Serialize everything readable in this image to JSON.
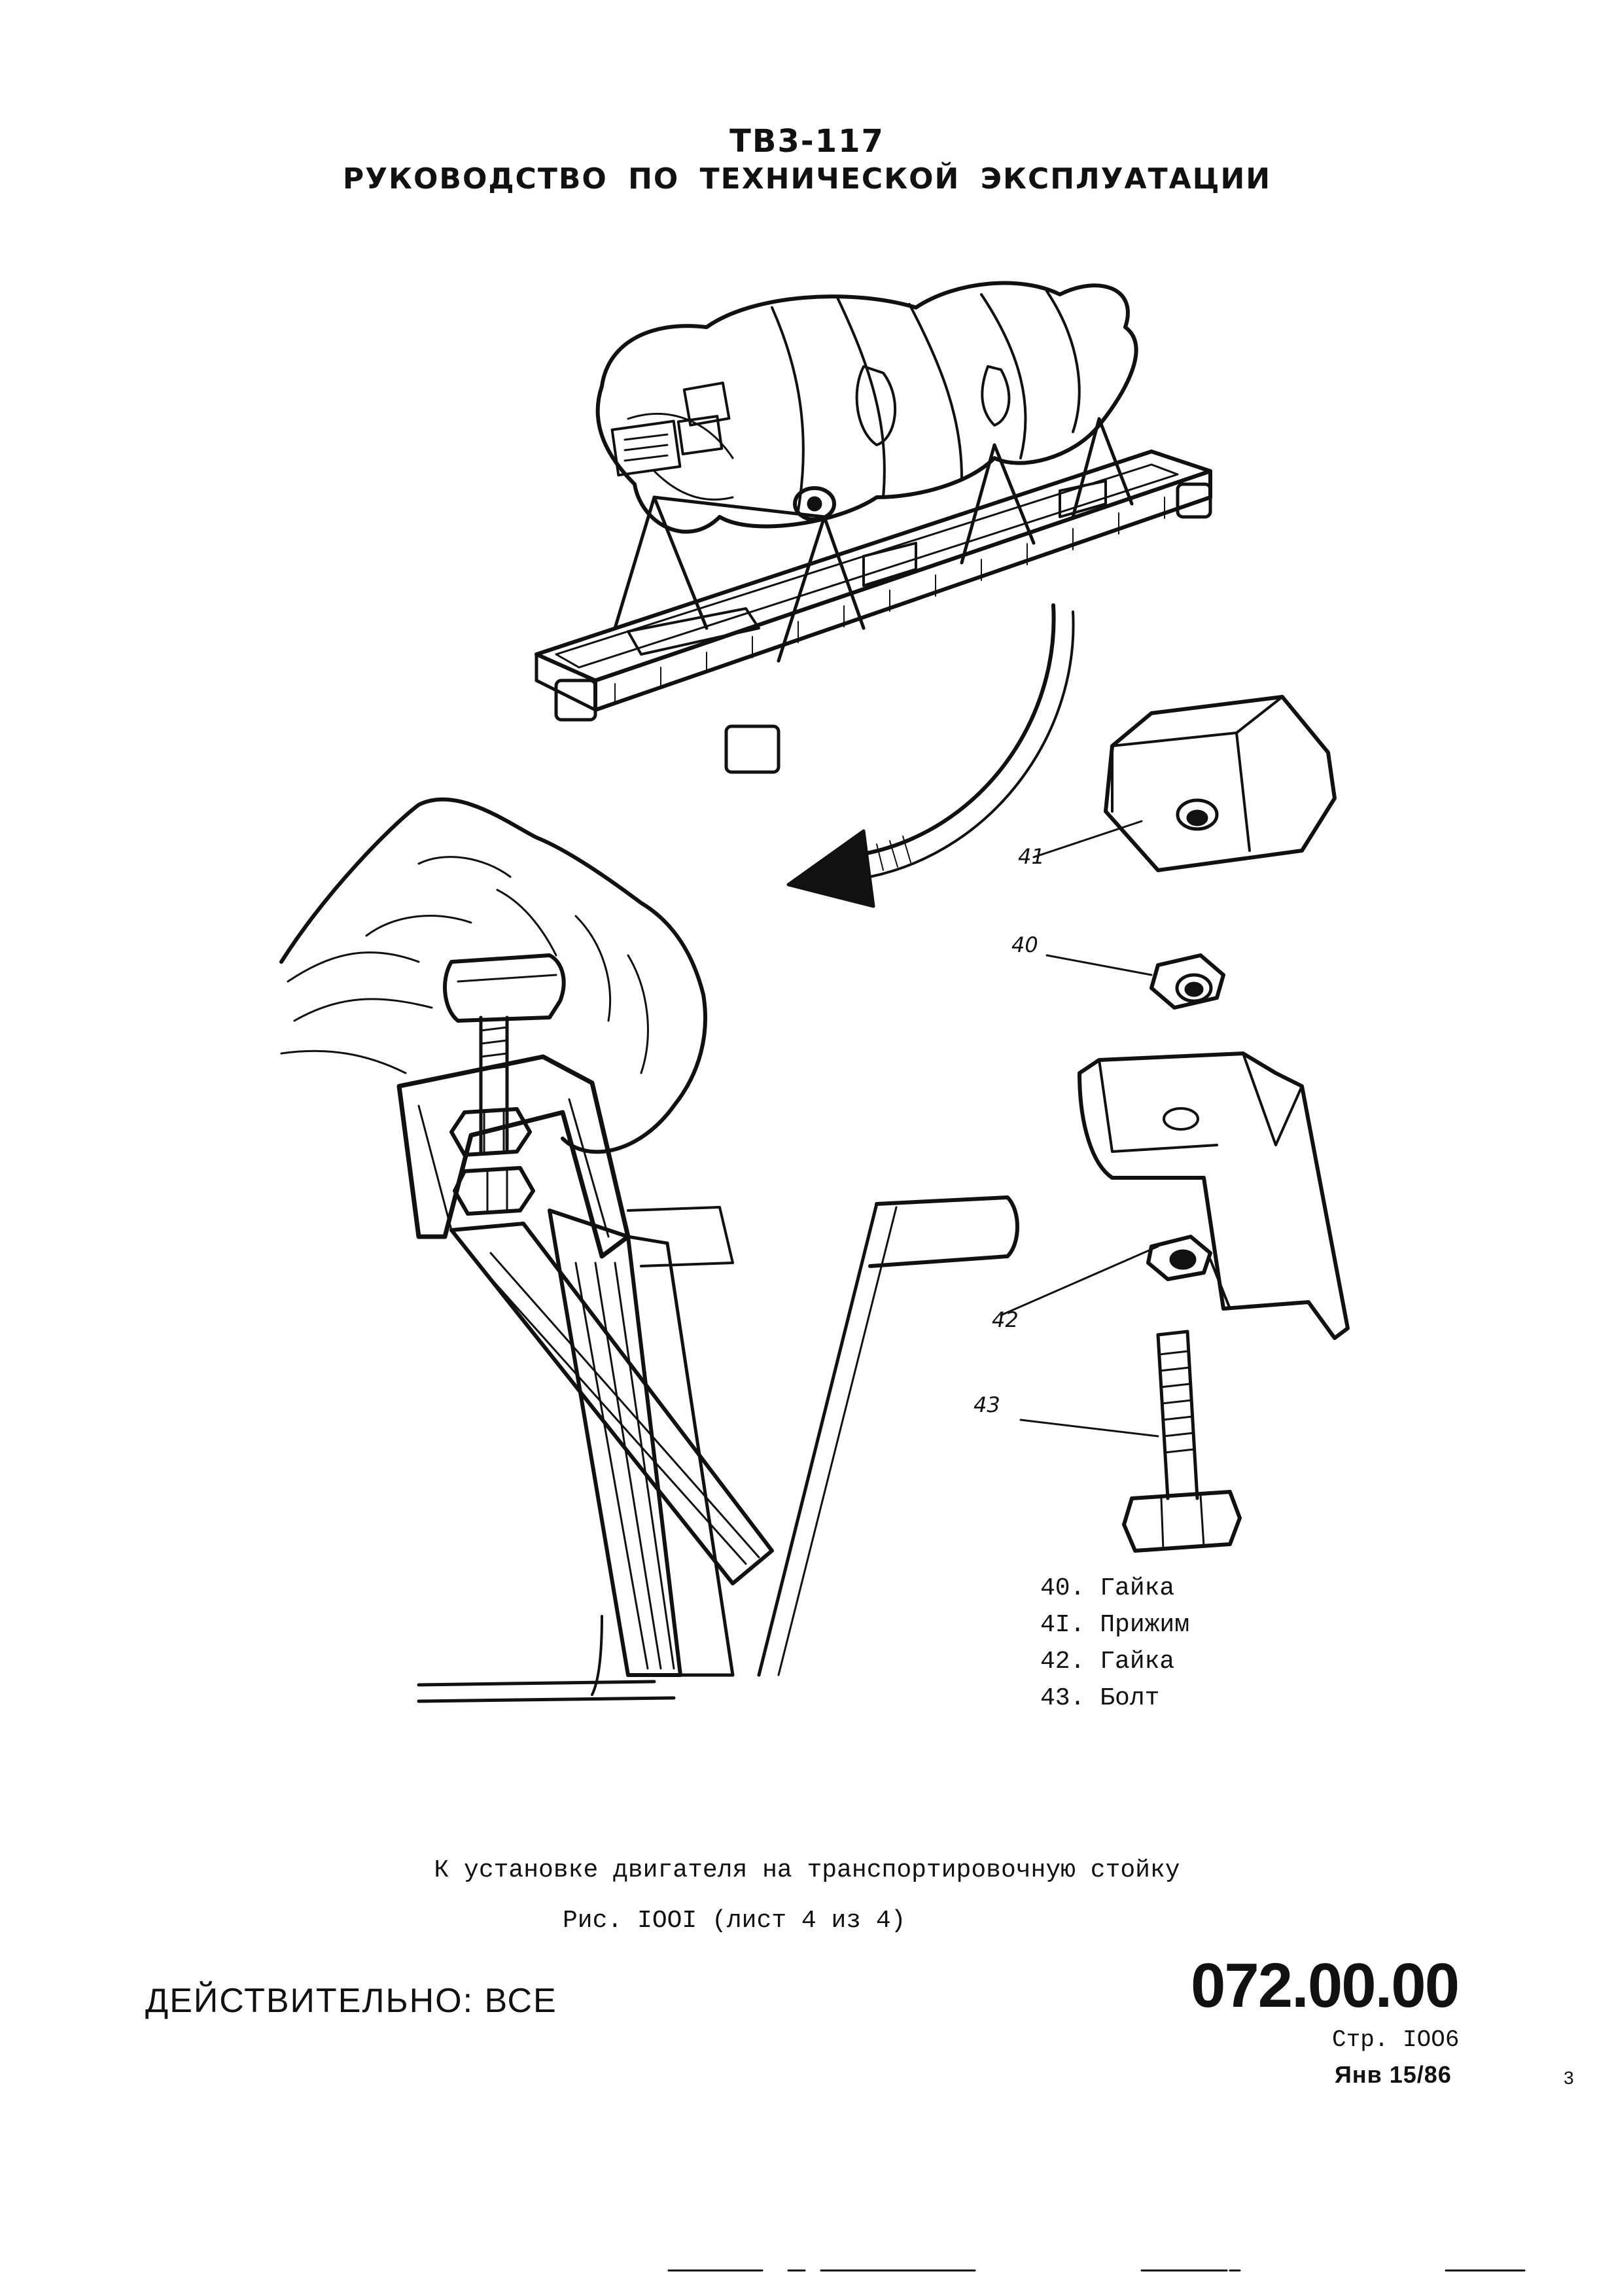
{
  "header": {
    "title": "ТВ3-117",
    "subtitle": "РУКОВОДСТВО ПО ТЕХНИЧЕСКОЙ ЭКСПЛУАТАЦИИ"
  },
  "figure": {
    "callouts": [
      "41",
      "40",
      "42",
      "43"
    ],
    "legend": [
      "40. Гайка",
      "4I. Прижим",
      "42. Гайка",
      "43. Болт"
    ],
    "caption_line1": "К установке двигателя на транспортировочную стойку",
    "caption_line2": "Рис. IOOI (лист 4 из 4)"
  },
  "footer": {
    "effectivity": "ДЕЙСТВИТЕЛЬНО: ВСЕ",
    "chapter_code": "072.00.00",
    "page": "Стр. IOO6",
    "date": "Янв 15/86",
    "corner_mark": "3"
  }
}
